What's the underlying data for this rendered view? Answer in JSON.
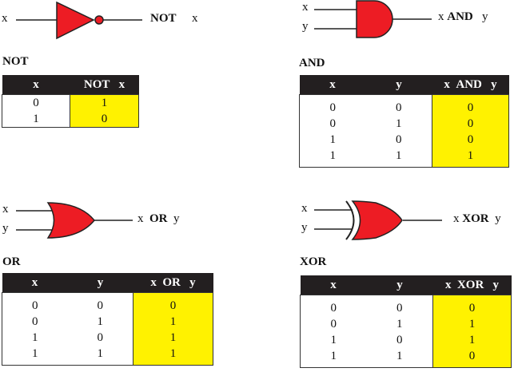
{
  "not": {
    "input": "x",
    "out_op": "NOT",
    "out_arg": "x",
    "title": "NOT",
    "headers": [
      "x",
      "NOT",
      "x"
    ],
    "rows": [
      [
        "0",
        "1"
      ],
      [
        "1",
        "0"
      ]
    ]
  },
  "and": {
    "in1": "x",
    "in2": "y",
    "out_a": "x",
    "out_op": "AND",
    "out_b": "y",
    "title": "AND",
    "headers": [
      "x",
      "y",
      "x",
      "AND",
      "y"
    ],
    "rows": [
      [
        "0",
        "0",
        "0"
      ],
      [
        "0",
        "1",
        "0"
      ],
      [
        "1",
        "0",
        "0"
      ],
      [
        "1",
        "1",
        "1"
      ]
    ]
  },
  "or": {
    "in1": "x",
    "in2": "y",
    "out_a": "x",
    "out_op": "OR",
    "out_b": "y",
    "title": "OR",
    "headers": [
      "x",
      "y",
      "x",
      "OR",
      "y"
    ],
    "rows": [
      [
        "0",
        "0",
        "0"
      ],
      [
        "0",
        "1",
        "1"
      ],
      [
        "1",
        "0",
        "1"
      ],
      [
        "1",
        "1",
        "1"
      ]
    ]
  },
  "xor": {
    "in1": "x",
    "in2": "y",
    "out_a": "x",
    "out_op": "XOR",
    "out_b": "y",
    "title": "XOR",
    "headers": [
      "x",
      "y",
      "x",
      "XOR",
      "y"
    ],
    "rows": [
      [
        "0",
        "0",
        "0"
      ],
      [
        "0",
        "1",
        "1"
      ],
      [
        "1",
        "0",
        "1"
      ],
      [
        "1",
        "1",
        "0"
      ]
    ]
  },
  "colors": {
    "gate": "#ed1c24",
    "result": "#fff200",
    "header": "#231f20"
  }
}
